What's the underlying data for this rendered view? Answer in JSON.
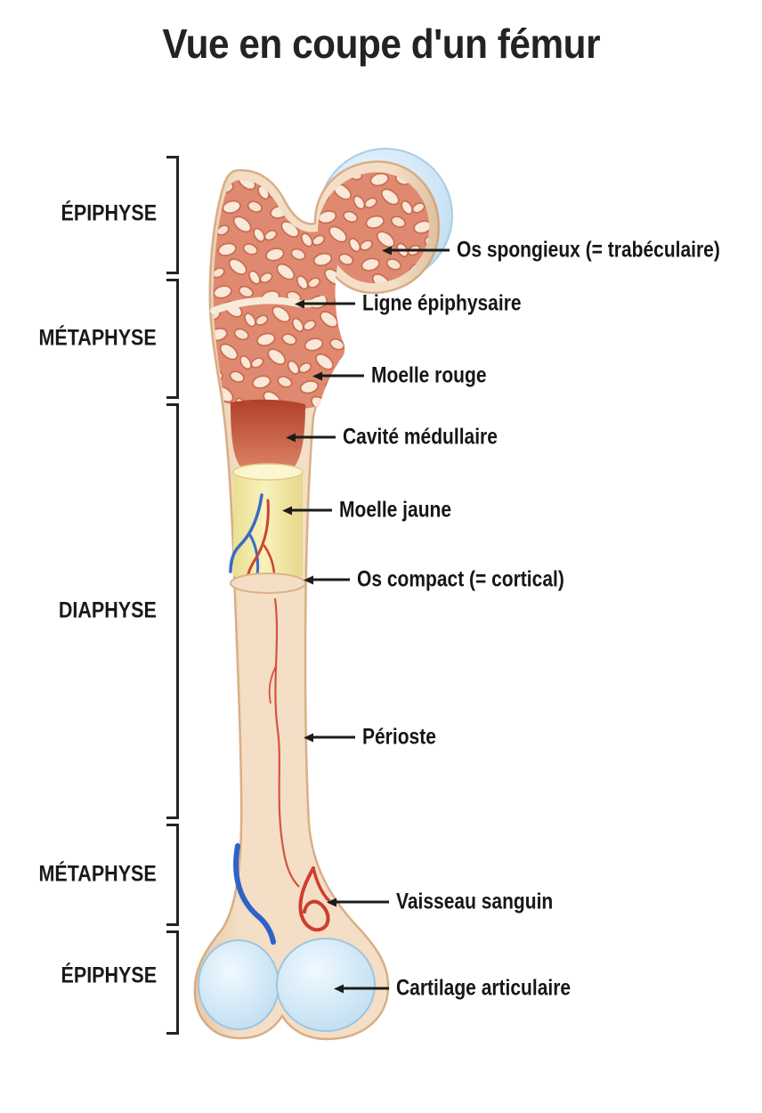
{
  "title": "Vue en coupe d'un fémur",
  "regions": [
    {
      "label": "ÉPIPHYSE"
    },
    {
      "label": "MÉTAPHYSE"
    },
    {
      "label": "DIAPHYSE"
    },
    {
      "label": "MÉTAPHYSE"
    },
    {
      "label": "ÉPIPHYSE"
    }
  ],
  "annotations": [
    {
      "label": "Os spongieux (= trabéculaire)"
    },
    {
      "label": "Ligne épiphysaire"
    },
    {
      "label": "Moelle rouge"
    },
    {
      "label": "Cavité médullaire"
    },
    {
      "label": "Moelle jaune"
    },
    {
      "label": "Os compact (= cortical)"
    },
    {
      "label": "Périoste"
    },
    {
      "label": "Vaisseau sanguin"
    },
    {
      "label": "Cartilage articulaire"
    }
  ],
  "colors": {
    "bone_surface": "#f4dfc6",
    "bone_outline": "#d9ae86",
    "spongy_bone": "#df8a70",
    "trabecule": "#f8e9d8",
    "epiphyseal_line": "#f8ecd9",
    "medullary_cavity": "#b23f2a",
    "yellow_marrow": "#f2e9a8",
    "cartilage": "#cfe8f8",
    "vessel_red": "#cf3d2c",
    "vessel_blue": "#2f63c8",
    "label_text": "#1a1a1a"
  }
}
